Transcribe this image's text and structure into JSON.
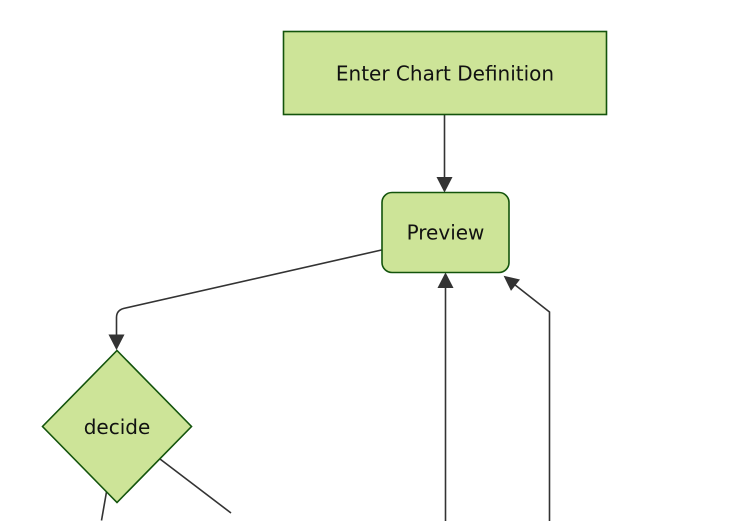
{
  "diagram": {
    "type": "flowchart",
    "orientation": "top-down",
    "style": {
      "background": "#ffffff",
      "node_fill": "#cde498",
      "node_border": "#13540c",
      "edge_color": "#333333",
      "text_color": "#111111"
    },
    "nodes": {
      "enter_chart_definition": {
        "label": "Enter Chart Definition",
        "shape": "rectangle"
      },
      "preview": {
        "label": "Preview",
        "shape": "rounded-rectangle"
      },
      "decide": {
        "label": "decide",
        "shape": "diamond"
      }
    },
    "edges": [
      {
        "from": "enter_chart_definition",
        "to": "preview",
        "arrowhead": true
      },
      {
        "from": "preview",
        "to": "decide",
        "arrowhead": true
      },
      {
        "from": "offscreen_bottom",
        "to": "preview",
        "arrowhead": true
      },
      {
        "from": "offscreen_bottom_right",
        "to": "preview",
        "arrowhead": true
      },
      {
        "from": "decide",
        "to": "offscreen_bottom_left",
        "arrowhead": false
      },
      {
        "from": "decide",
        "to": "offscreen_bottom_right",
        "arrowhead": false
      }
    ]
  }
}
